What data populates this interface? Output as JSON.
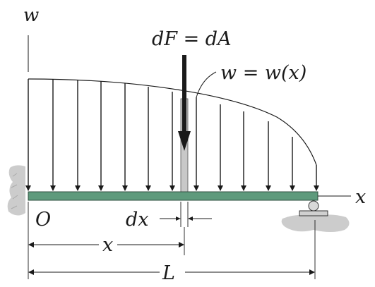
{
  "labels": {
    "w_axis": "w",
    "force": "dF = dA",
    "load_function": "w = w(x)",
    "x_axis": "x",
    "origin": "O",
    "dx": "dx",
    "x_dim": "x",
    "length": "L"
  },
  "colors": {
    "beam": "#5e9a7c",
    "ground": "#c9c9c9",
    "strip": "#c8c8c8",
    "ink": "#1a1a1a"
  }
}
